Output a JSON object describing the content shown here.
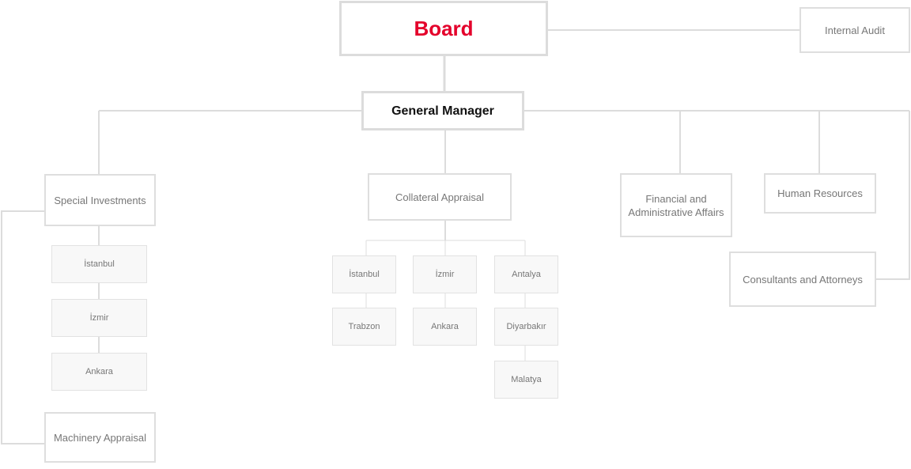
{
  "colors": {
    "accent": "#e4002b",
    "line": "#dcdcdc",
    "text": "#777777",
    "sub_fill": "#f8f8f8"
  },
  "board": "Board",
  "internal_audit": "Internal Audit",
  "general_manager": "General Manager",
  "special_investments": "Special Investments",
  "special_investments_branches": [
    "İstanbul",
    "İzmir",
    "Ankara"
  ],
  "machinery_appraisal": "Machinery Appraisal",
  "collateral_appraisal": "Collateral Appraisal",
  "collateral_branches": {
    "col1": [
      "İstanbul",
      "Trabzon"
    ],
    "col2": [
      "İzmir",
      "Ankara"
    ],
    "col3": [
      "Antalya",
      "Diyarbakır",
      "Malatya"
    ]
  },
  "financial_affairs": "Financial and Administrative Affairs",
  "human_resources": "Human Resources",
  "consultants": "Consultants and Attorneys"
}
